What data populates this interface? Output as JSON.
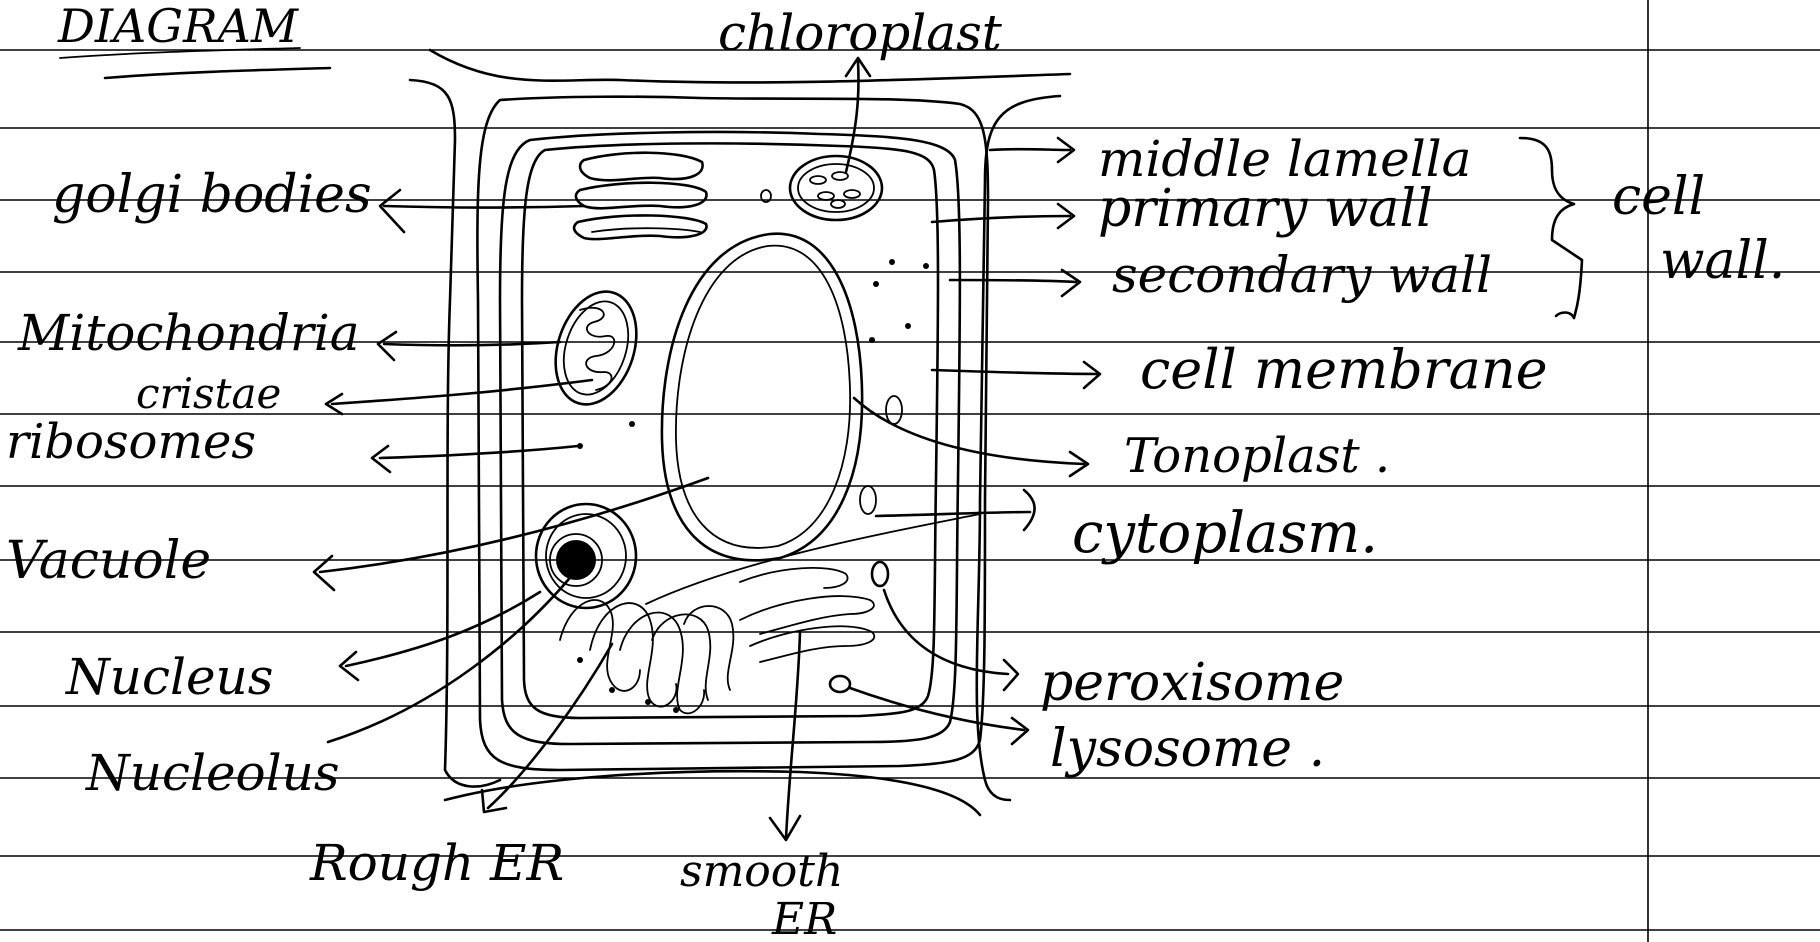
{
  "heading": "DIAGRAM",
  "labels": {
    "chloroplast": "chloroplast",
    "golgi_bodies": "golgi bodies",
    "mitochondria": "Mitochondria",
    "cristae": "cristae",
    "ribosomes": "ribosomes",
    "vacuole": "Vacuole",
    "nucleus": "Nucleus",
    "nucleolus": "Nucleolus",
    "rough_er": "Rough ER",
    "smooth_er_1": "smooth",
    "smooth_er_2": "ER",
    "middle_lamella": "middle lamella",
    "primary_wall": "primary wall",
    "secondary_wall": "secondary wall",
    "cell_wall_1": "cell",
    "cell_wall_2": "wall.",
    "cell_membrane": "cell membrane",
    "tonoplast": "Tonoplast .",
    "cytoplasm": "cytoplasm.",
    "peroxisome": "peroxisome",
    "lysosome": "lysosome ."
  }
}
